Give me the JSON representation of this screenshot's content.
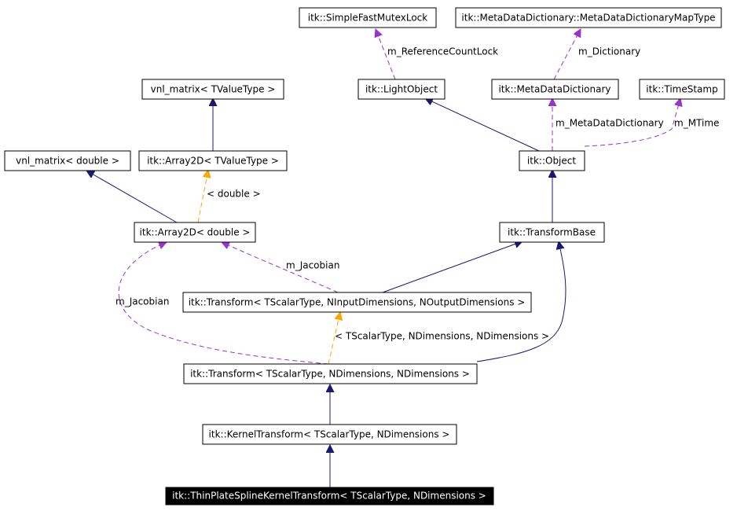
{
  "colors": {
    "inheritance": "#191970",
    "template": "#ffa500",
    "usage": "#9a32cd",
    "selected_fill": "#000000",
    "selected_text": "#ffffff"
  },
  "nodes": {
    "simple_fast_mutex_lock": "itk::SimpleFastMutexLock",
    "metadata_dictionary_map_type": "itk::MetaDataDictionary::MetaDataDictionaryMapType",
    "vnl_matrix_tvaluetype": "vnl_matrix< TValueType >",
    "light_object": "itk::LightObject",
    "metadata_dictionary": "itk::MetaDataDictionary",
    "time_stamp": "itk::TimeStamp",
    "vnl_matrix_double": "vnl_matrix< double >",
    "array2d_tvaluetype": "itk::Array2D< TValueType >",
    "object": "itk::Object",
    "array2d_double": "itk::Array2D< double >",
    "transform_base": "itk::TransformBase",
    "transform_ninput_noutput": "itk::Transform< TScalarType, NInputDimensions, NOutputDimensions >",
    "transform_ndim_ndim": "itk::Transform< TScalarType, NDimensions, NDimensions >",
    "kernel_transform": "itk::KernelTransform< TScalarType, NDimensions >",
    "thin_plate_spline_kernel_transform": "itk::ThinPlateSplineKernelTransform< TScalarType, NDimensions >"
  },
  "edge_labels": {
    "reference_count_lock": "m_ReferenceCountLock",
    "dictionary": "m_Dictionary",
    "metadata_dictionary": "m_MetaDataDictionary",
    "mtime": "m_MTime",
    "array2d_double_template": "< double >",
    "jacobian_right": "m_Jacobian",
    "jacobian_left": "m_Jacobian",
    "transform_template": "< TScalarType, NDimensions, NDimensions >"
  }
}
